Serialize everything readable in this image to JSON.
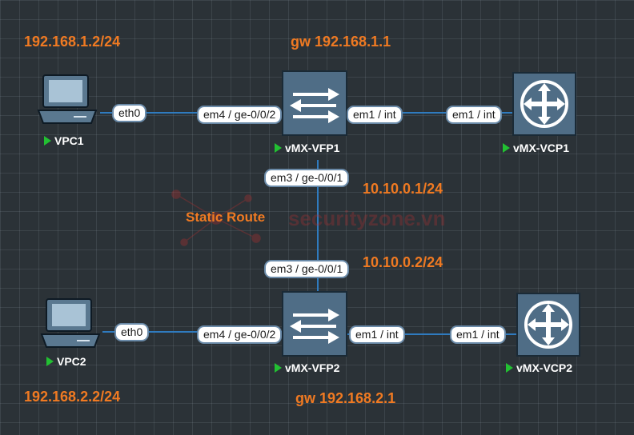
{
  "nodes": {
    "vpc1": "VPC1",
    "vpc2": "VPC2",
    "vfp1": "vMX-VFP1",
    "vfp2": "vMX-VFP2",
    "vcp1": "vMX-VCP1",
    "vcp2": "vMX-VCP2"
  },
  "interfaces": {
    "vpc1_eth0": "eth0",
    "vfp1_em4": "em4 / ge-0/0/2",
    "vfp1_em1": "em1 / int",
    "vcp1_em1": "em1 / int",
    "vfp1_em3": "em3 / ge-0/0/1",
    "vfp2_em3": "em3 / ge-0/0/1",
    "vpc2_eth0": "eth0",
    "vfp2_em4": "em4 / ge-0/0/2",
    "vfp2_em1": "em1 / int",
    "vcp2_em1": "em1 / int"
  },
  "annotations": {
    "vpc1_ip": "192.168.1.2/24",
    "gw1": "gw 192.168.1.1",
    "vfp1_link_ip": "10.10.0.1/24",
    "static_route": "Static Route",
    "vfp2_link_ip": "10.10.0.2/24",
    "vpc2_ip": "192.168.2.2/24",
    "gw2": "gw 192.168.2.1"
  },
  "watermark": "securityzone.vn",
  "colors": {
    "background": "#2b3237",
    "link": "#2f7bbf",
    "annotation": "#f07a22",
    "router": "#4f6d86",
    "status_up": "#22c032"
  },
  "icons": {
    "vpc": "desktop-computer-icon",
    "vfp": "switch-arrows-icon",
    "vcp": "router-cross-arrows-icon",
    "status": "play-triangle-icon"
  }
}
